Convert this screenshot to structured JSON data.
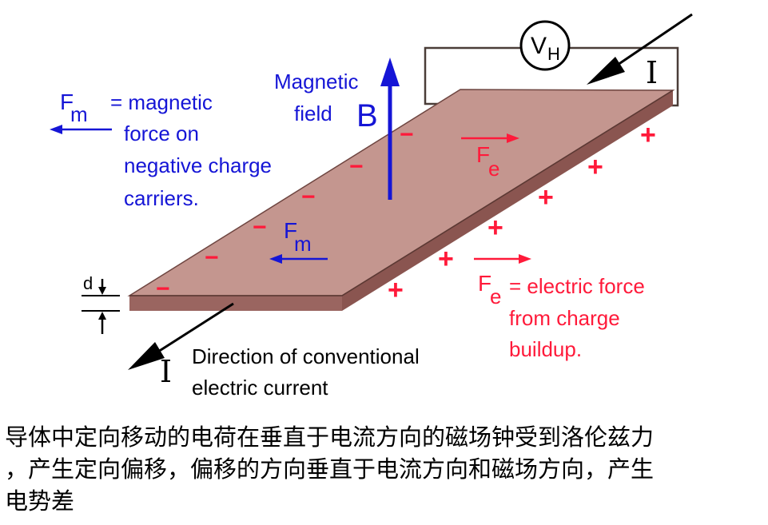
{
  "diagram": {
    "voltmeter": {
      "symbol": "V",
      "subscript": "H"
    },
    "current_symbol": "I",
    "field": {
      "line1": "Magnetic",
      "line2": "field",
      "symbol": "B"
    },
    "thickness_label": "d",
    "fm_label": {
      "symbol": "F",
      "subscript": "m"
    },
    "fe_label": {
      "symbol": "F",
      "subscript": "e"
    },
    "negative_sign": "−",
    "positive_sign": "+",
    "legend_fm": {
      "symbol": "F",
      "subscript": "m",
      "line1": "= magnetic",
      "line2": "force on",
      "line3": "negative charge",
      "line4": "carriers."
    },
    "legend_fe": {
      "symbol": "F",
      "subscript": "e",
      "line1": "= electric force",
      "line2": "from charge",
      "line3": "buildup."
    },
    "current_text": {
      "line1": "Direction of conventional",
      "line2": "electric current"
    },
    "colors": {
      "plate_top": "#c4968f",
      "plate_edge": "#9a6560",
      "blue": "#1515d6",
      "red": "#ff1a3a",
      "black": "#000000"
    }
  },
  "caption": {
    "line1": "导体中定向移动的电荷在垂直于电流方向的磁场钟受到洛伦兹力",
    "line2": "，产生定向偏移，偏移的方向垂直于电流方向和磁场方向，产生",
    "line3": "电势差"
  }
}
